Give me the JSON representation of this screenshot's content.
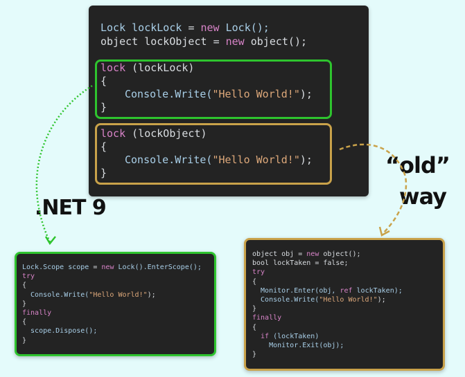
{
  "main_code": {
    "line1": {
      "t1": "Lock lockLock ",
      "t2": "= ",
      "t3": "new ",
      "t4": "Lock();"
    },
    "line2": {
      "t1": "object lockObject ",
      "t2": "= ",
      "t3": "new ",
      "t4": "object();"
    },
    "lock1": {
      "kw": "lock ",
      "rest": "(lockLock)",
      "open": "{",
      "call": "Console.Write(",
      "str": "\"Hello World!\"",
      "end": ");",
      "close": "}"
    },
    "lock2": {
      "kw": "lock ",
      "rest": "(lockObject)",
      "open": "{",
      "call": "Console.Write(",
      "str": "\"Hello World!\"",
      "end": ");",
      "close": "}"
    }
  },
  "net9_label": ".NET 9",
  "old_label": {
    "line1": "“old”",
    "line2": "way"
  },
  "net9_code": {
    "l1a": "Lock.Scope scope ",
    "l1b": "= ",
    "l1c": "new ",
    "l1d": "Lock().EnterScope();",
    "l2": "try",
    "l3": "{",
    "l4a": "  Console.Write(",
    "l4b": "\"Hello World!\"",
    "l4c": ");",
    "l5": "}",
    "l6": "finally",
    "l7": "{",
    "l8": "  scope.Dispose();",
    "l9": "}"
  },
  "old_code": {
    "l1a": "object obj ",
    "l1b": "= ",
    "l1c": "new ",
    "l1d": "object();",
    "l2a": "bool lockTaken ",
    "l2b": "= ",
    "l2c": "false;",
    "l3": "try",
    "l4": "{",
    "l5a": "  Monitor.Enter(obj, ",
    "l5b": "ref ",
    "l5c": "lockTaken);",
    "l6a": "  Console.Write(",
    "l6b": "\"Hello World!\"",
    "l6c": ");",
    "l7": "}",
    "l8": "finally",
    "l9": "{",
    "l10a": "  if ",
    "l10b": "(lockTaken)",
    "l11": "    Monitor.Exit(obj);",
    "l12": "}"
  },
  "colors": {
    "green": "#2ec42e",
    "gold": "#c9a24a",
    "panel": "#232323",
    "background": "#e4fbfb"
  }
}
